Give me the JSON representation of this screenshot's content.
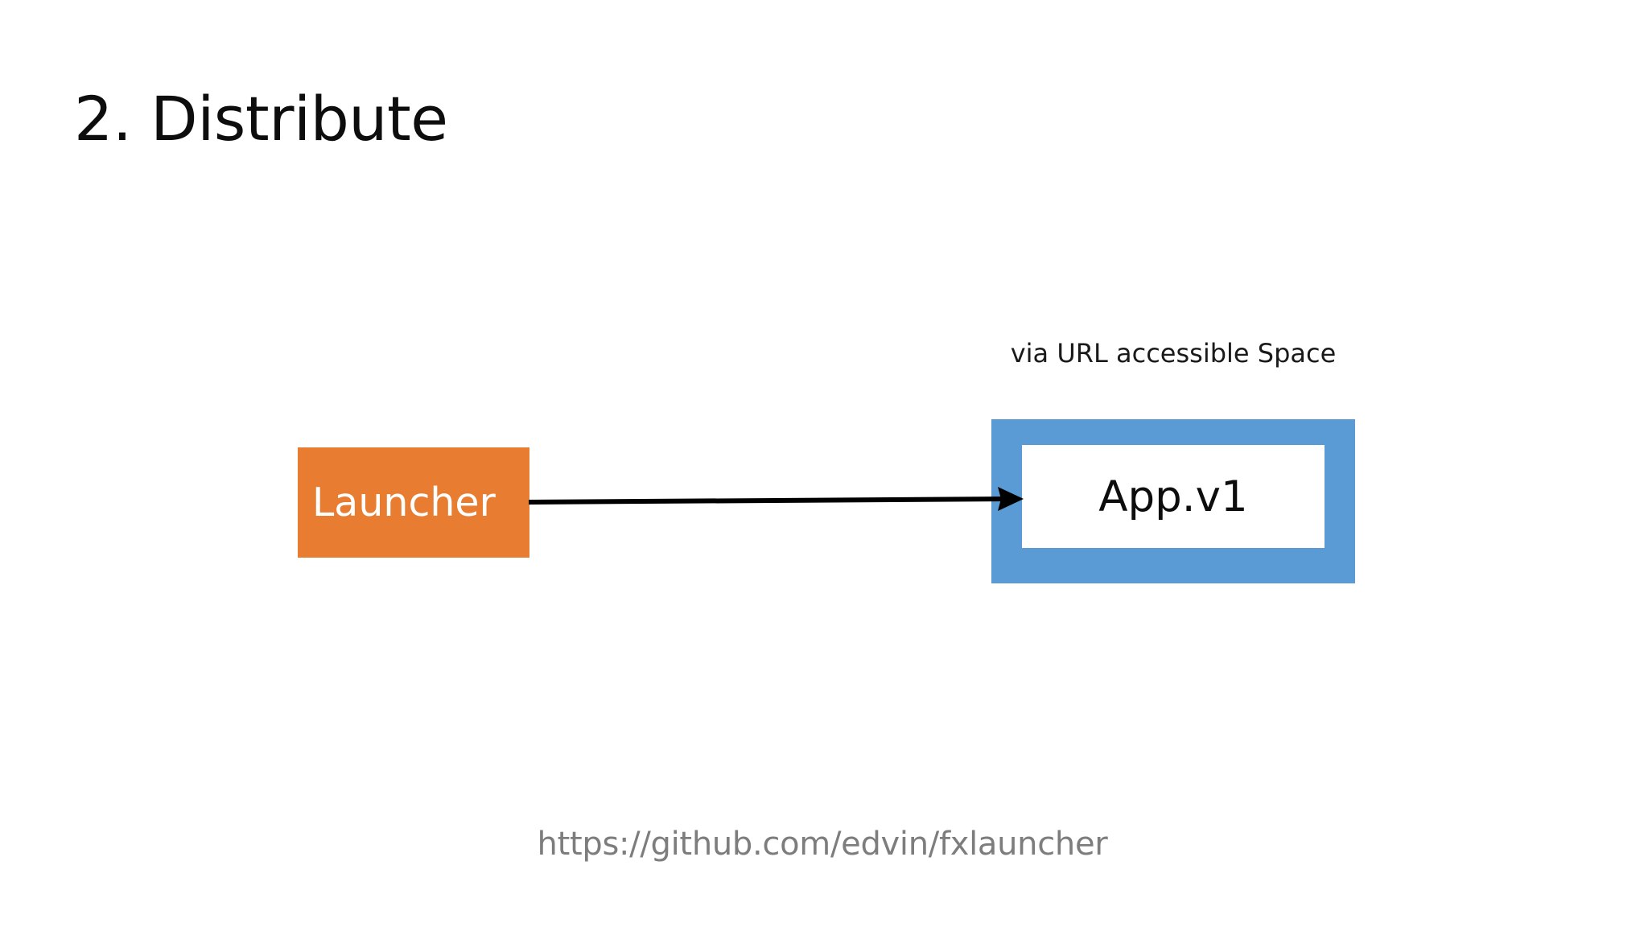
{
  "slide": {
    "title": "2. Distribute",
    "background_color": "#FFFFFF"
  },
  "diagram": {
    "type": "flow",
    "nodes": [
      {
        "id": "launcher",
        "label": "Launcher",
        "shape": "rectangle",
        "fill_color": "#E87D31",
        "text_color": "#FFFFFF"
      },
      {
        "id": "space",
        "label": "",
        "caption": "via URL accessible Space",
        "shape": "rectangle",
        "fill_color": "#5B9BD5",
        "text_color": "#1A1A1A"
      },
      {
        "id": "app",
        "label": "App.v1",
        "shape": "rectangle",
        "fill_color": "#FFFFFF",
        "text_color": "#0D0D0D"
      }
    ],
    "edges": [
      {
        "id": "launcher-to-app",
        "from": "launcher",
        "to": "app",
        "label": "",
        "style": "solid-arrow",
        "color": "#000000"
      }
    ]
  },
  "footer": {
    "url": "https://github.com/edvin/fxlauncher",
    "color": "#7D7D7D"
  }
}
